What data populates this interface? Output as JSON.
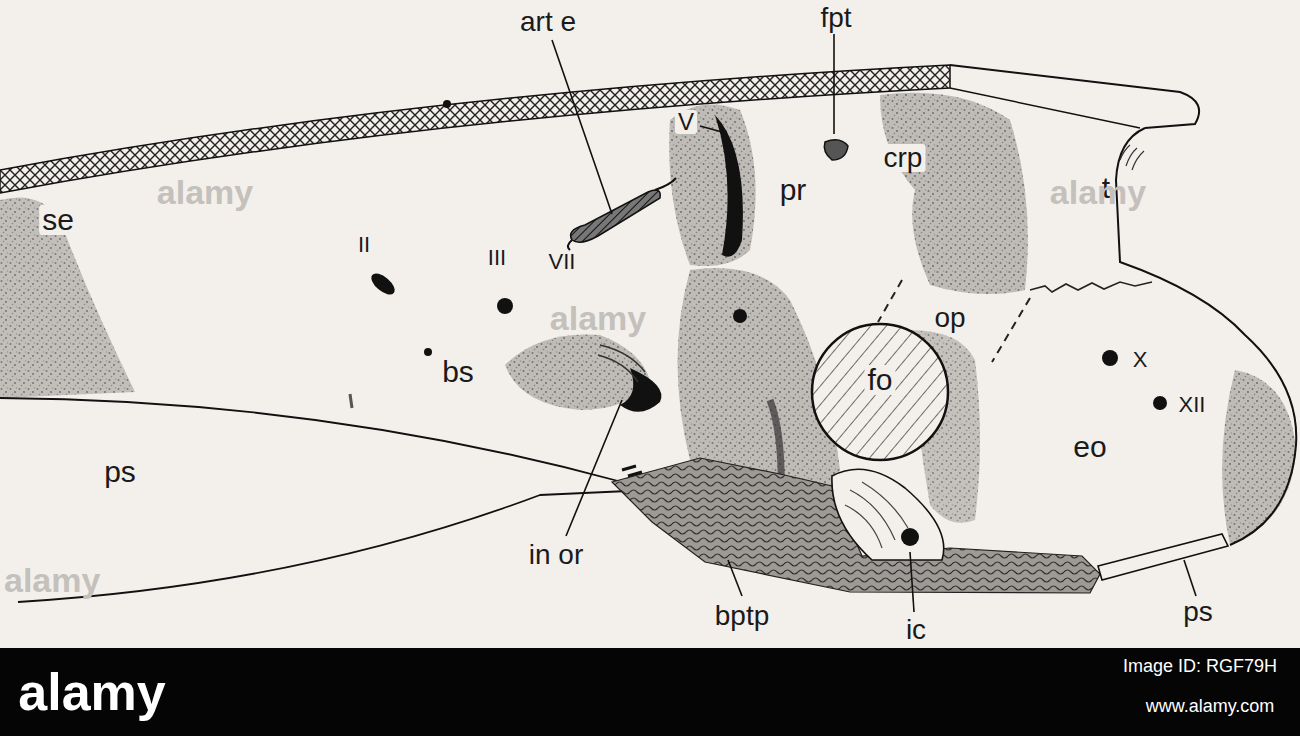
{
  "diagram": {
    "labels": [
      "art e",
      "fpt",
      "V",
      "crp",
      "pr",
      "se",
      "II",
      "III",
      "VII",
      "t",
      "op",
      "fo",
      "X",
      "XII",
      "bs",
      "eo",
      "ps",
      "in or",
      "bptp",
      "ic",
      "ps",
      "alamy",
      "alamy",
      "alamy",
      "alamy",
      "alamy",
      "Image ID: RGF79H",
      "www.alamy.com"
    ]
  }
}
